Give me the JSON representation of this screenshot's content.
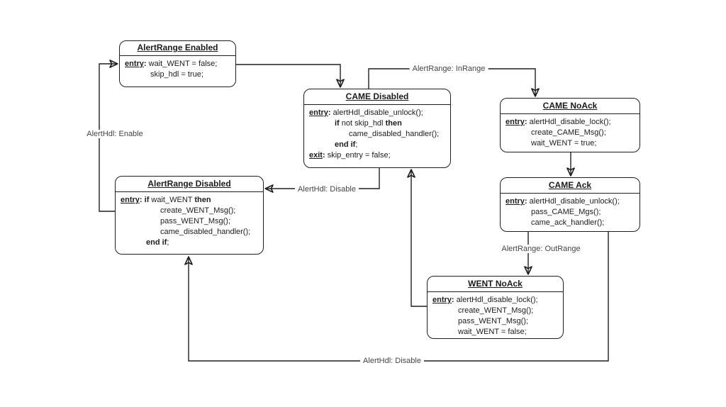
{
  "diagram": {
    "type": "state-machine",
    "background": "#ffffff",
    "stroke_color": "#1f1f1f",
    "text_color": "#1c1c1c",
    "label_color": "#454545",
    "states": [
      {
        "id": "alertrange-enabled",
        "title": "AlertRange Enabled",
        "body": [
          {
            "indent": 0,
            "segments": [
              {
                "text": "entry",
                "bold": true,
                "underline": true
              },
              {
                "text": ": ",
                "bold": true
              },
              {
                "text": "wait_WENT = false;"
              }
            ]
          },
          {
            "indent": 1,
            "segments": [
              {
                "text": "skip_hdl = true;"
              }
            ]
          }
        ]
      },
      {
        "id": "came-disabled",
        "title": "CAME Disabled",
        "body": [
          {
            "indent": 0,
            "segments": [
              {
                "text": "entry",
                "bold": true,
                "underline": true
              },
              {
                "text": ": ",
                "bold": true
              },
              {
                "text": "alertHdl_disable_unlock();"
              }
            ]
          },
          {
            "indent": 1,
            "segments": [
              {
                "text": "if",
                "bold": true
              },
              {
                "text": " not skip_hdl "
              },
              {
                "text": "then",
                "bold": true
              }
            ]
          },
          {
            "indent": 2,
            "segments": [
              {
                "text": "came_disabled_handler();"
              }
            ]
          },
          {
            "indent": 1,
            "segments": [
              {
                "text": "end if",
                "bold": true
              },
              {
                "text": ";"
              }
            ]
          },
          {
            "indent": 0,
            "segments": [
              {
                "text": "exit",
                "bold": true,
                "underline": true
              },
              {
                "text": ": ",
                "bold": true
              },
              {
                "text": "skip_entry = false;"
              }
            ]
          }
        ]
      },
      {
        "id": "came-noack",
        "title": "CAME NoAck",
        "body": [
          {
            "indent": 0,
            "segments": [
              {
                "text": "entry",
                "bold": true,
                "underline": true
              },
              {
                "text": ": ",
                "bold": true
              },
              {
                "text": "alertHdl_disable_lock();"
              }
            ]
          },
          {
            "indent": 1,
            "segments": [
              {
                "text": "create_CAME_Msg();"
              }
            ]
          },
          {
            "indent": 1,
            "segments": [
              {
                "text": "wait_WENT = true;"
              }
            ]
          }
        ]
      },
      {
        "id": "came-ack",
        "title": "CAME Ack",
        "body": [
          {
            "indent": 0,
            "segments": [
              {
                "text": "entry",
                "bold": true,
                "underline": true
              },
              {
                "text": ": ",
                "bold": true
              },
              {
                "text": "alertHdl_disable_unlock();"
              }
            ]
          },
          {
            "indent": 1,
            "segments": [
              {
                "text": "pass_CAME_Mgs();"
              }
            ]
          },
          {
            "indent": 1,
            "segments": [
              {
                "text": "came_ack_handler();"
              }
            ]
          }
        ]
      },
      {
        "id": "alertrange-disabled",
        "title": "AlertRange Disabled",
        "body": [
          {
            "indent": 0,
            "segments": [
              {
                "text": "entry",
                "bold": true,
                "underline": true
              },
              {
                "text": ": ",
                "bold": true
              },
              {
                "text": "if",
                "bold": true
              },
              {
                "text": " wait_WENT "
              },
              {
                "text": "then",
                "bold": true
              }
            ]
          },
          {
            "indent": 2,
            "segments": [
              {
                "text": "create_WENT_Msg();"
              }
            ]
          },
          {
            "indent": 2,
            "segments": [
              {
                "text": "pass_WENT_Msg();"
              }
            ]
          },
          {
            "indent": 2,
            "segments": [
              {
                "text": "came_disabled_handler();"
              }
            ]
          },
          {
            "indent": 1,
            "segments": [
              {
                "text": "end if",
                "bold": true
              },
              {
                "text": ";"
              }
            ]
          }
        ]
      },
      {
        "id": "went-noack",
        "title": "WENT NoAck",
        "body": [
          {
            "indent": 0,
            "segments": [
              {
                "text": "entry",
                "bold": true,
                "underline": true
              },
              {
                "text": ": ",
                "bold": true
              },
              {
                "text": "alertHdl_disable_lock();"
              }
            ]
          },
          {
            "indent": 1,
            "segments": [
              {
                "text": "create_WENT_Msg();"
              }
            ]
          },
          {
            "indent": 1,
            "segments": [
              {
                "text": "pass_WENT_Msg();"
              }
            ]
          },
          {
            "indent": 1,
            "segments": [
              {
                "text": "wait_WENT = false;"
              }
            ]
          }
        ]
      }
    ],
    "transitions": [
      {
        "id": "alerthdl-enable",
        "label": "AlertHdl: Enable",
        "from": "AlertRange Disabled",
        "to": "AlertRange Enabled"
      },
      {
        "id": "enabled-to-came-disabled",
        "label": "",
        "from": "AlertRange Enabled",
        "to": "CAME Disabled"
      },
      {
        "id": "alertrange-inrange",
        "label": "AlertRange: InRange",
        "from": "CAME Disabled",
        "to": "CAME NoAck"
      },
      {
        "id": "came-noack-to-came-ack",
        "label": "",
        "from": "CAME NoAck",
        "to": "CAME Ack"
      },
      {
        "id": "alertrange-outrange",
        "label": "AlertRange: OutRange",
        "from": "CAME Ack",
        "to": "WENT NoAck"
      },
      {
        "id": "went-noack-to-came-disabled",
        "label": "",
        "from": "WENT NoAck",
        "to": "CAME Disabled"
      },
      {
        "id": "alerthdl-disable-mid",
        "label": "AlertHdl: Disable",
        "from": "CAME Disabled",
        "to": "AlertRange Disabled"
      },
      {
        "id": "alerthdl-disable-bottom",
        "label": "AlertHdl: Disable",
        "from": "CAME Ack",
        "to": "AlertRange Disabled"
      }
    ]
  }
}
